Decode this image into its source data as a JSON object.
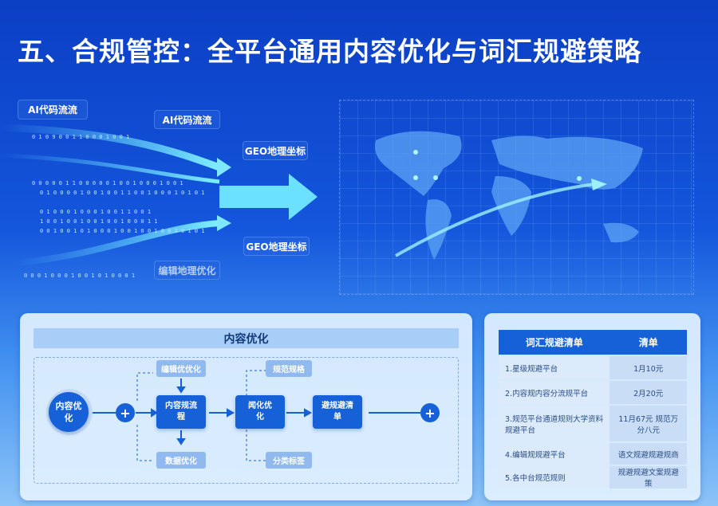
{
  "title": "五、合规管控：全平台通用内容优化与词汇规避策略",
  "labels": [
    "AI代码流流",
    "AI代码流流",
    "GEO地理坐标",
    "GEO地理坐标",
    "编辑地理优化"
  ],
  "flow": {
    "header": "内容优化",
    "start": "内容优化",
    "top_left": "编辑优优化",
    "bottom_left": "数据优化",
    "main1": "内容规流程",
    "main2": "闻化优化",
    "main3": "避规避清单",
    "top_right": "规范规格",
    "bottom_right": "分类标签",
    "plus": "+"
  },
  "table": {
    "headers": [
      "词汇规避清单",
      "清单"
    ],
    "rows": [
      [
        "1.星级规避平台",
        "1月10元"
      ],
      [
        "2.内容规内容分流规平台",
        "2月20元"
      ],
      [
        "3.规范平台通道规则大学资料规避平台",
        "11月67元 规范万分八元"
      ],
      [
        "4.编辑规规避平台",
        "语文规避规避规商"
      ],
      [
        "5.各中台规范规则",
        "规避规避文案规避策"
      ]
    ]
  },
  "colors": {
    "accent": "#1660d8",
    "bg": "#1456dc"
  }
}
